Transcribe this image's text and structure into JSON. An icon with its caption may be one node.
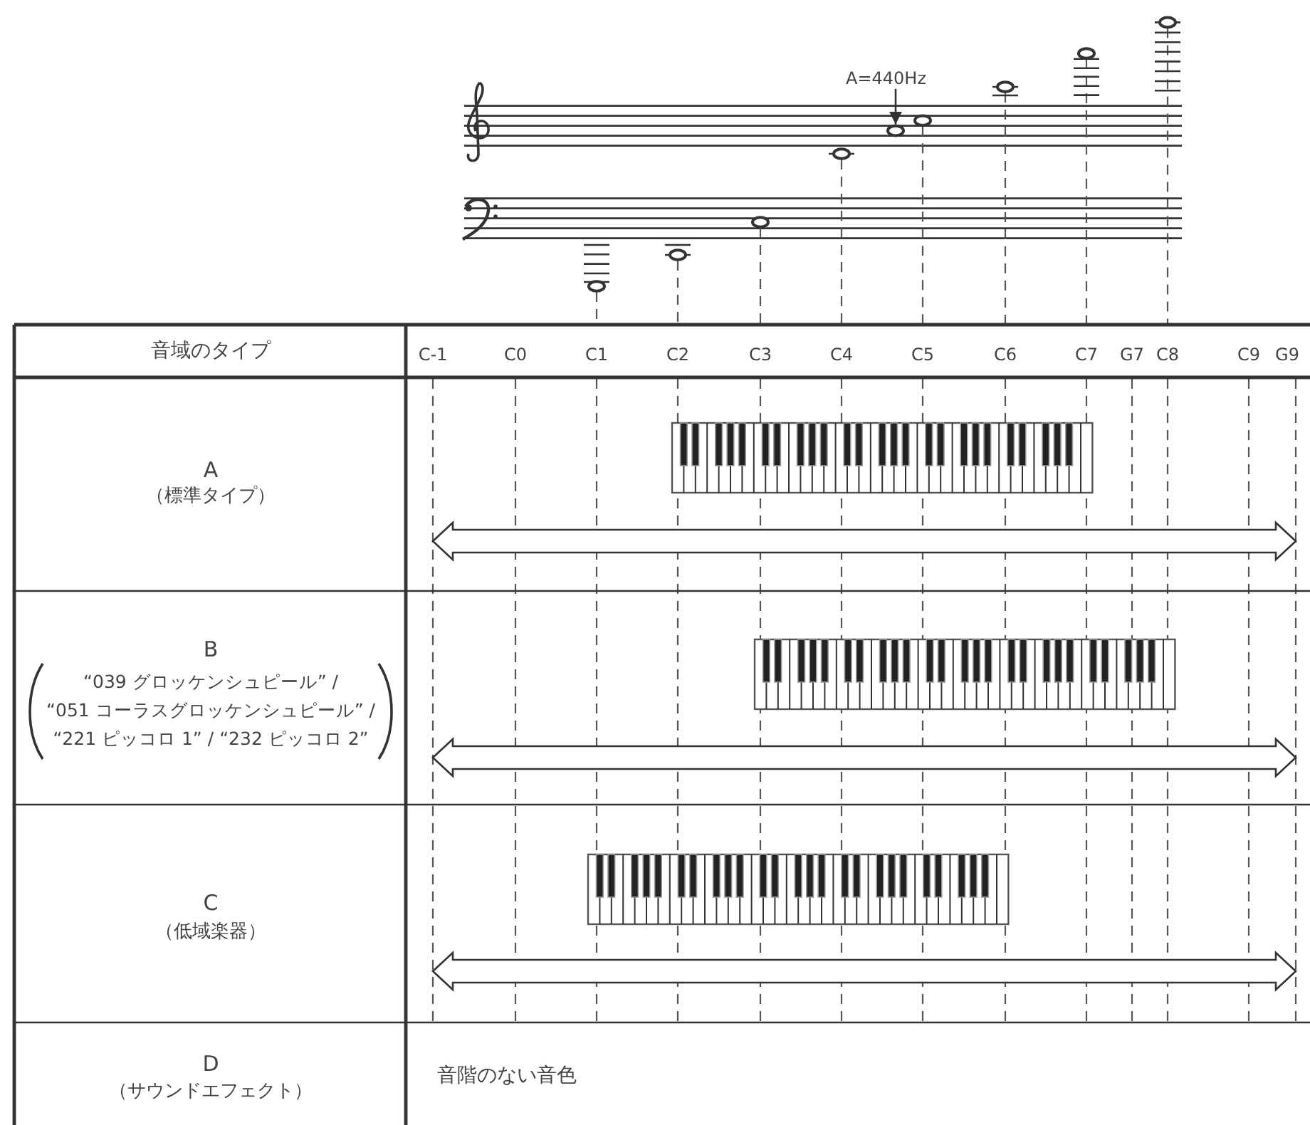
{
  "diagram": {
    "nodes": [
      {
        "text": [
          "A=440Hz"
        ]
      },
      {
        "text": [],
        "shape": "circle"
      }
    ],
    "edges": [
      {
        "from": 0,
        "to": 1,
        "arrow": "to"
      }
    ],
    "labels": [
      "音域のタイプ",
      "C-1",
      "C0",
      "C1",
      "C2",
      "C3",
      "C4",
      "C5",
      "C6",
      "C7",
      "G7",
      "C8",
      "C9",
      "G9",
      "A",
      "（標準タイプ）",
      "B",
      "“039 グロッケンシュピール” / “051 コーラスグロッケンシュピール” / “221 ピッコロ 1” / “232 ピッコロ 2”",
      "C",
      "（低域楽器）",
      "D",
      "（サウンドエフェクト）",
      "音階のない音色"
    ]
  }
}
